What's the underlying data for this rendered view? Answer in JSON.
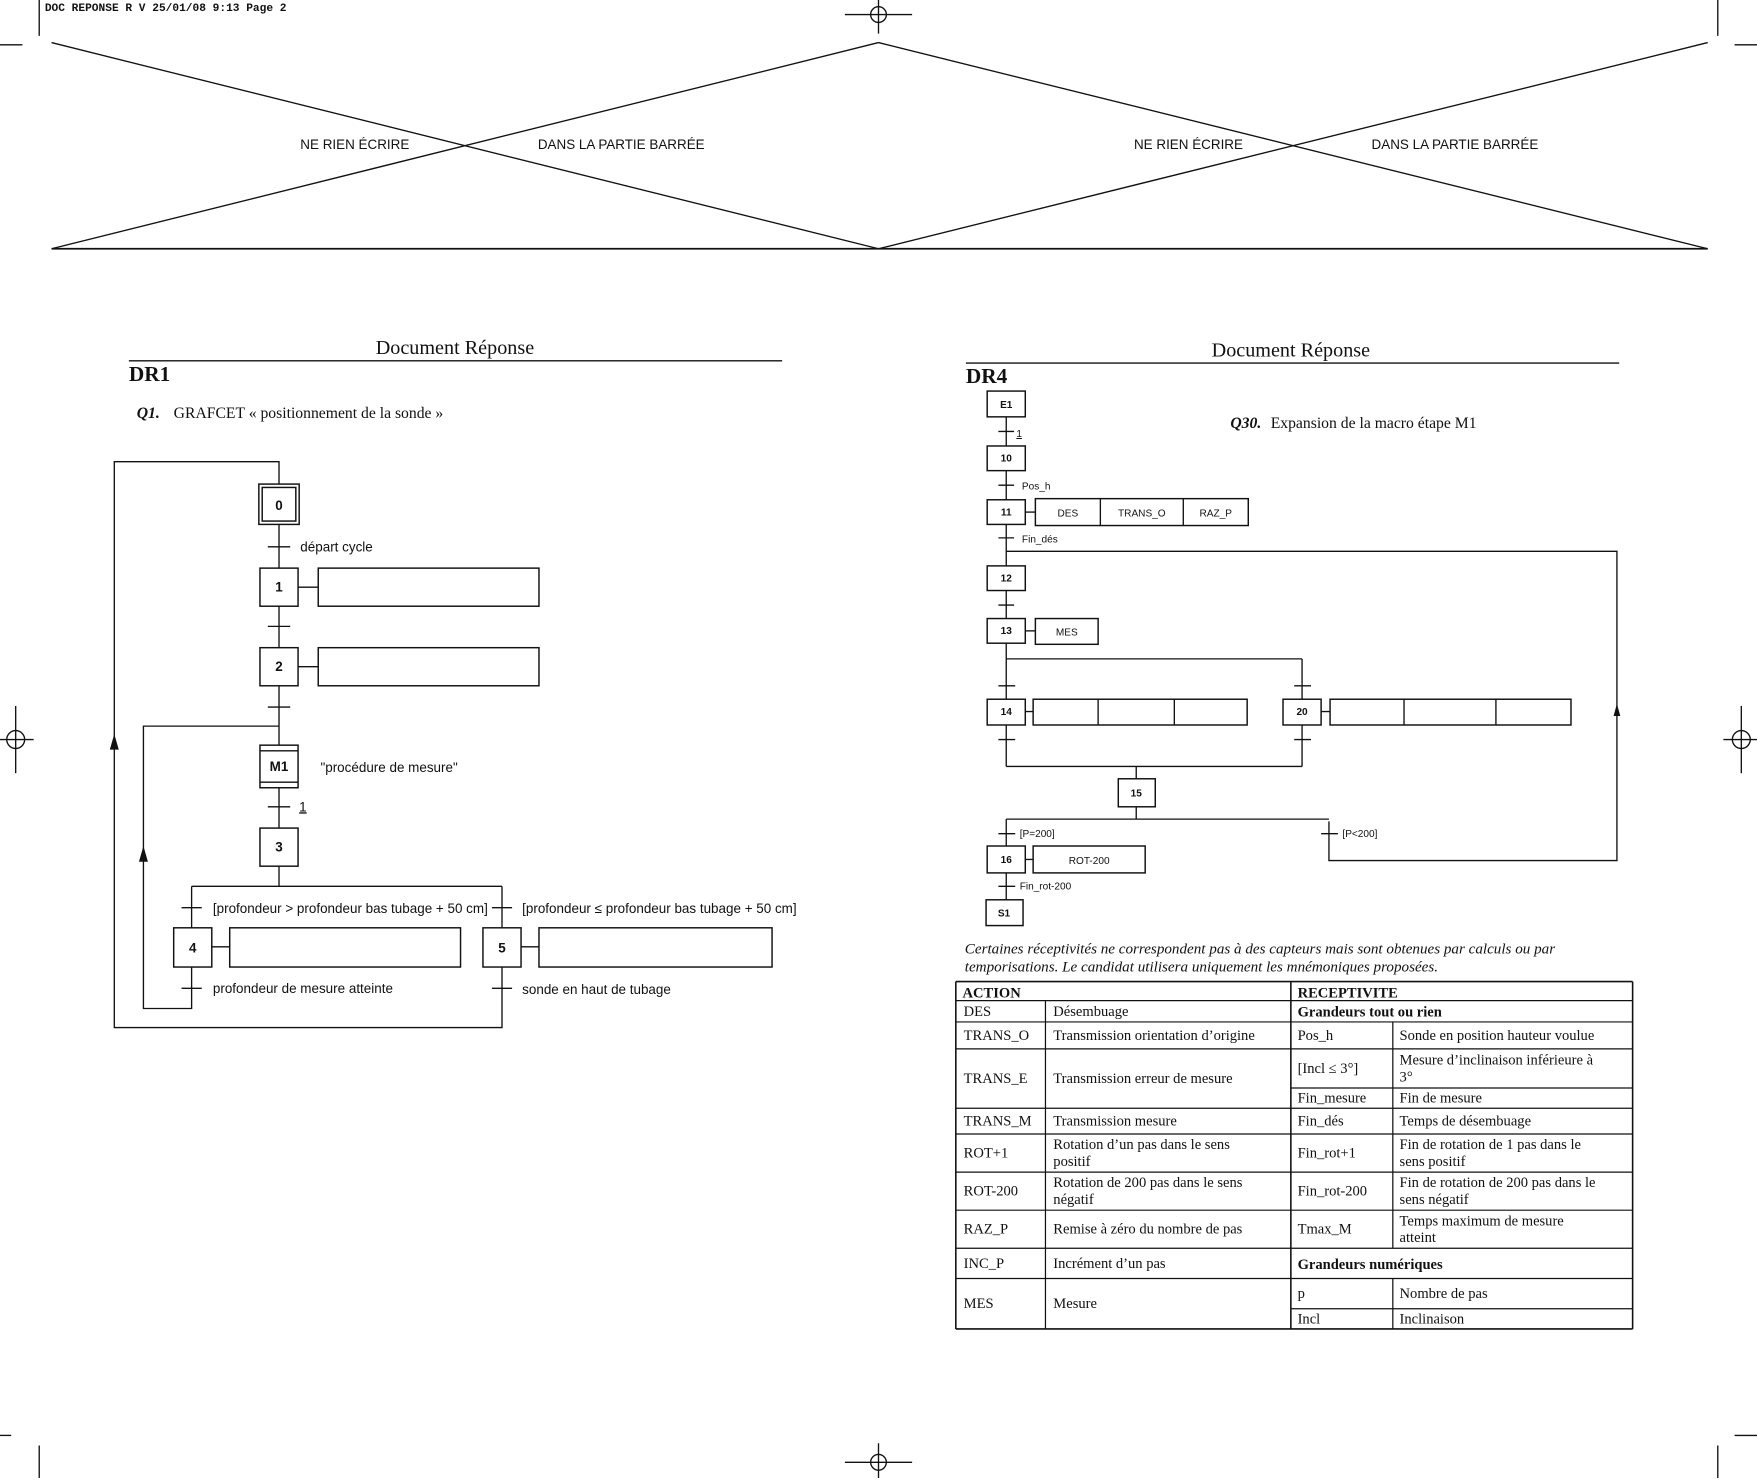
{
  "print_header": "DOC REPONSE R V  25/01/08  9:13  Page 2",
  "barred_zone": {
    "left_text_1": "NE RIEN ÉCRIRE",
    "left_text_2": "DANS LA PARTIE BARRÉE",
    "right_text_1": "NE RIEN ÉCRIRE",
    "right_text_2": "DANS LA PARTIE BARRÉE"
  },
  "dr1": {
    "heading": "Document Réponse",
    "code": "DR1",
    "question_num": "Q1.",
    "question_text": "GRAFCET « positionnement de la sonde »",
    "steps": {
      "s0": "0",
      "s1": "1",
      "s2": "2",
      "m1": "M1",
      "s3": "3",
      "s4": "4",
      "s5": "5"
    },
    "labels": {
      "t0_1": "départ cycle",
      "m1_comment": "\"procédure de mesure\"",
      "t_m1_3": "1",
      "t3_4": "[profondeur > profondeur bas tubage + 50 cm]",
      "t3_5": "[profondeur ≤ profondeur bas tubage + 50 cm]",
      "t4": "profondeur de mesure atteinte",
      "t5": "sonde en haut de tubage"
    }
  },
  "dr4": {
    "heading": "Document Réponse",
    "code": "DR4",
    "question_num": "Q30.",
    "question_text": "Expansion de la macro étape M1",
    "steps": {
      "e1": "E1",
      "s10": "10",
      "s11": "11",
      "s12": "12",
      "s13": "13",
      "s14": "14",
      "s20": "20",
      "s15": "15",
      "s16": "16",
      "s1": "S1"
    },
    "actions": {
      "a11_1": "DES",
      "a11_2": "TRANS_O",
      "a11_3": "RAZ_P",
      "a13": "MES",
      "a16": "ROT-200"
    },
    "transitions": {
      "t_e1": "1",
      "t_10": "Pos_h",
      "t_11": "Fin_dés",
      "t_15a": "[P=200]",
      "t_15b": "[P<200]",
      "t_16": "Fin_rot-200"
    },
    "note": [
      "Certaines réceptivités ne correspondent pas à des capteurs mais sont obtenues par calculs ou par",
      "temporisations. Le candidat utilisera uniquement les mnémoniques proposées."
    ],
    "table": {
      "action_header": "ACTION",
      "receptivite_header": "RECEPTIVITE",
      "tor_header": "Grandeurs tout ou rien",
      "num_header": "Grandeurs numériques",
      "actions": [
        {
          "code": "DES",
          "desc": "Désembuage"
        },
        {
          "code": "TRANS_O",
          "desc": "Transmission orientation d’origine"
        },
        {
          "code": "TRANS_E",
          "desc": "Transmission erreur de mesure"
        },
        {
          "code": "TRANS_M",
          "desc": "Transmission mesure"
        },
        {
          "code": "ROT+1",
          "desc": [
            "Rotation d’un pas dans le sens",
            "positif"
          ]
        },
        {
          "code": "ROT-200",
          "desc": [
            "Rotation de 200 pas dans le sens",
            "négatif"
          ]
        },
        {
          "code": "RAZ_P",
          "desc": "Remise à zéro du nombre de pas"
        },
        {
          "code": "INC_P",
          "desc": "Incrément d’un pas"
        },
        {
          "code": "MES",
          "desc": "Mesure"
        }
      ],
      "receptivites_tor": [
        {
          "code": "Pos_h",
          "desc": [
            "Sonde en position hauteur voulue"
          ]
        },
        {
          "code": "[Incl ≤ 3°]",
          "desc": [
            "Mesure d’inclinaison inférieure à",
            "3°"
          ]
        },
        {
          "code": "Fin_mesure",
          "desc": [
            "Fin de mesure"
          ]
        },
        {
          "code": "Fin_dés",
          "desc": [
            "Temps de désembuage"
          ]
        },
        {
          "code": "Fin_rot+1",
          "desc": [
            "Fin de rotation de 1 pas dans le",
            "sens positif"
          ]
        },
        {
          "code": "Fin_rot-200",
          "desc": [
            "Fin de rotation de 200 pas dans le",
            "sens négatif"
          ]
        },
        {
          "code": "Tmax_M",
          "desc": [
            "Temps maximum de mesure",
            "atteint"
          ]
        }
      ],
      "receptivites_num": [
        {
          "code": "p",
          "desc": "Nombre de pas"
        },
        {
          "code": "Incl",
          "desc": "Inclinaison"
        }
      ]
    }
  }
}
